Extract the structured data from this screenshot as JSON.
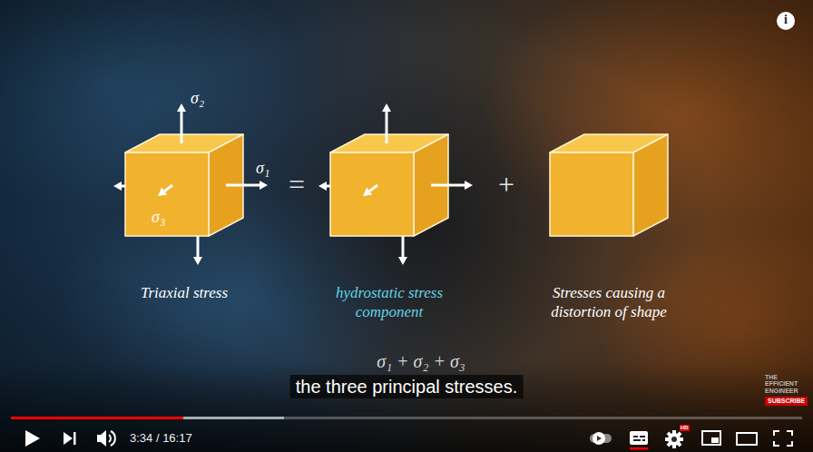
{
  "diagram": {
    "nodes": [
      {
        "text": [
          "Triaxial stress"
        ]
      },
      {
        "text": [
          "hydrostatic stress component"
        ]
      },
      {
        "text": [
          "Stresses causing a distortion of shape"
        ]
      }
    ],
    "labels": [
      "σ₂",
      "σ₁",
      "σ₃",
      "=",
      "+",
      "σ₁ + σ₂ + σ₃",
      "the three principal stresses.",
      "3:34 / 16:17",
      "THE EFFICIENT ENGINEER",
      "SUBSCRIBE",
      "HD",
      "i"
    ]
  }
}
